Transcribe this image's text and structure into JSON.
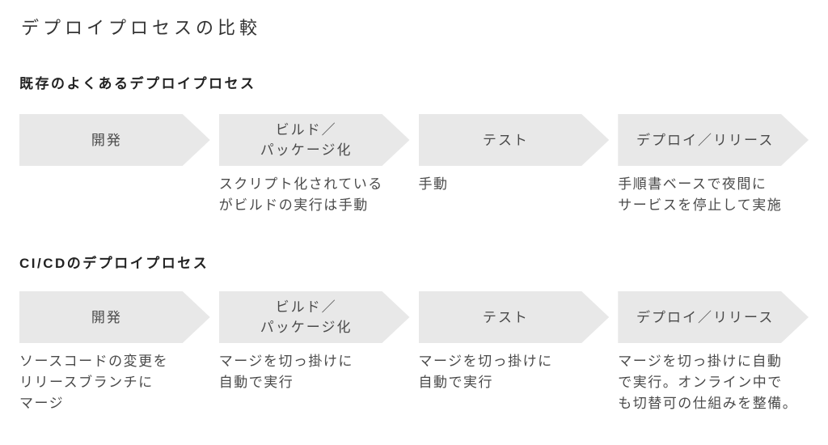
{
  "page": {
    "title": "デプロイプロセスの比較",
    "background": "#ffffff"
  },
  "colors": {
    "arrow_fill": "#e8e8e8",
    "title_text": "#333333",
    "heading_text": "#222222",
    "label_text": "#4a4a4a",
    "note_text": "#4a4a4a"
  },
  "sections": [
    {
      "heading": "既存のよくあるデプロイプロセス",
      "steps": [
        {
          "label_lines": [
            "開発"
          ],
          "note_lines": []
        },
        {
          "label_lines": [
            "ビルド／",
            "パッケージ化"
          ],
          "note_lines": [
            "スクリプト化されている",
            "がビルドの実行は手動"
          ]
        },
        {
          "label_lines": [
            "テスト"
          ],
          "note_lines": [
            "手動"
          ]
        },
        {
          "label_lines": [
            "デプロイ／リリース"
          ],
          "note_lines": [
            "手順書ベースで夜間に",
            "サービスを停止して実施"
          ]
        }
      ]
    },
    {
      "heading": "CI/CDのデプロイプロセス",
      "steps": [
        {
          "label_lines": [
            "開発"
          ],
          "note_lines": [
            "ソースコードの変更を",
            "リリースブランチに",
            "マージ"
          ]
        },
        {
          "label_lines": [
            "ビルド／",
            "パッケージ化"
          ],
          "note_lines": [
            "マージを切っ掛けに",
            "自動で実行"
          ]
        },
        {
          "label_lines": [
            "テスト"
          ],
          "note_lines": [
            "マージを切っ掛けに",
            "自動で実行"
          ]
        },
        {
          "label_lines": [
            "デプロイ／リリース"
          ],
          "note_lines": [
            "マージを切っ掛けに自動",
            "で実行。オンライン中で",
            "も切替可の仕組みを整備。"
          ]
        }
      ]
    }
  ]
}
